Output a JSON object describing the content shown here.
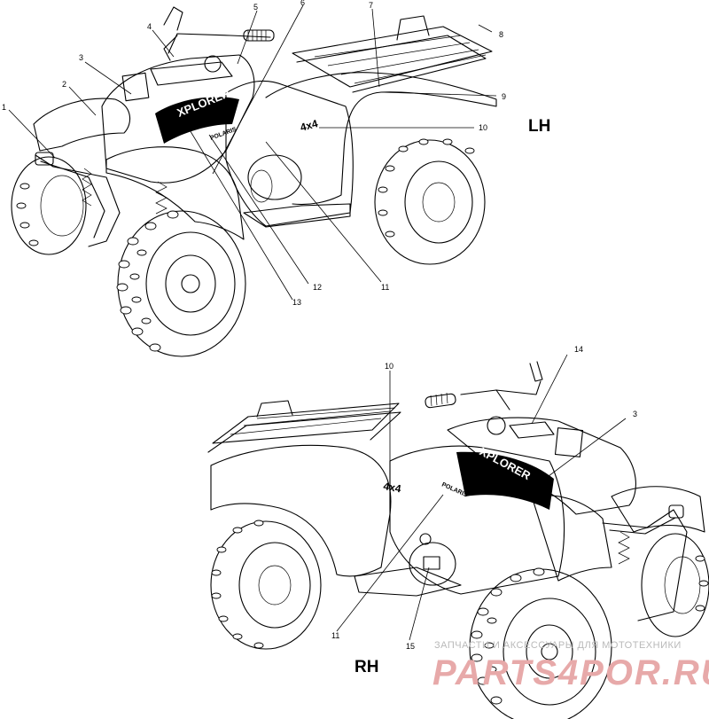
{
  "views": [
    {
      "id": "left",
      "label": "LH",
      "callouts": [
        "1",
        "2",
        "3",
        "4",
        "5",
        "6",
        "7",
        "8",
        "9",
        "10",
        "11",
        "12",
        "13"
      ],
      "decals": {
        "model": "XPLORER",
        "brand": "POLARIS",
        "drive": "4x4"
      }
    },
    {
      "id": "right",
      "label": "RH",
      "callouts": [
        "10",
        "14",
        "3",
        "11",
        "15"
      ],
      "decals": {
        "model": "XPLORER",
        "brand": "POLARIS",
        "drive": "4x4"
      }
    }
  ],
  "watermark": {
    "caption": "ЗАПЧАСТИ И АКСЕССУАРЫ ДЛЯ МОТОТЕХНИКИ",
    "site": "PARTS4POR.RU"
  }
}
